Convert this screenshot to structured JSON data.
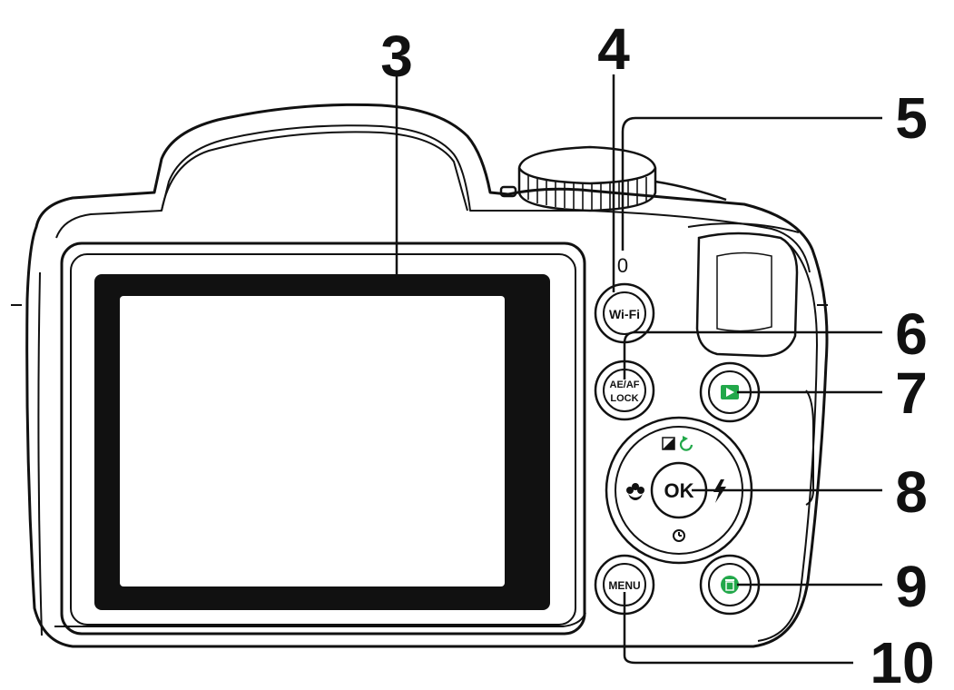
{
  "callouts": {
    "c3": "3",
    "c4": "4",
    "c5": "5",
    "c6": "6",
    "c7": "7",
    "c8": "8",
    "c9": "9",
    "c10": "10"
  },
  "buttons": {
    "wifi": "Wi-Fi",
    "aeaf_line1": "AE/AF",
    "aeaf_line2": "LOCK",
    "ok": "OK",
    "menu": "MENU"
  },
  "led_mark": "0",
  "colors": {
    "line": "#111111",
    "screen_frame": "#111111",
    "accent": "#22a84a"
  },
  "icons": {
    "playback": "play-icon",
    "delete": "trash-icon",
    "up": "exposure-rotate-icon",
    "left": "macro-flower-icon",
    "right": "flash-icon",
    "down": "self-timer-icon"
  }
}
